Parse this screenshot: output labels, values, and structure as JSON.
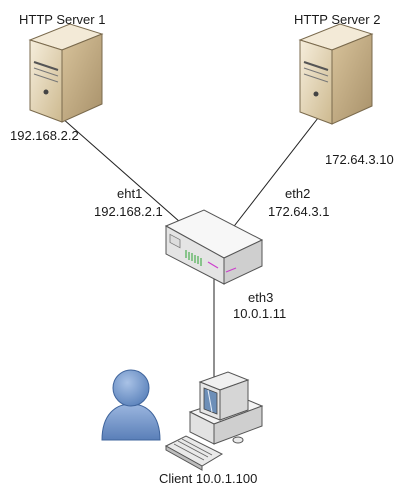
{
  "servers": [
    {
      "name": "HTTP Server 1",
      "ip": "192.168.2.2"
    },
    {
      "name": "HTTP Server 2",
      "ip": "172.64.3.10"
    }
  ],
  "router": {
    "interfaces": [
      {
        "name": "eht1",
        "ip": "192.168.2.1"
      },
      {
        "name": "eth2",
        "ip": "172.64.3.1"
      },
      {
        "name": "eth3",
        "ip": "10.0.1.11"
      }
    ]
  },
  "client": {
    "label": "Client 10.0.1.100"
  },
  "colors": {
    "server_front": "#e3d4b2",
    "server_side": "#c9b48a",
    "server_top": "#f3ead7",
    "router_body": "#eeeeee",
    "user_blue": "#6f93c6",
    "link_line": "#222222"
  }
}
